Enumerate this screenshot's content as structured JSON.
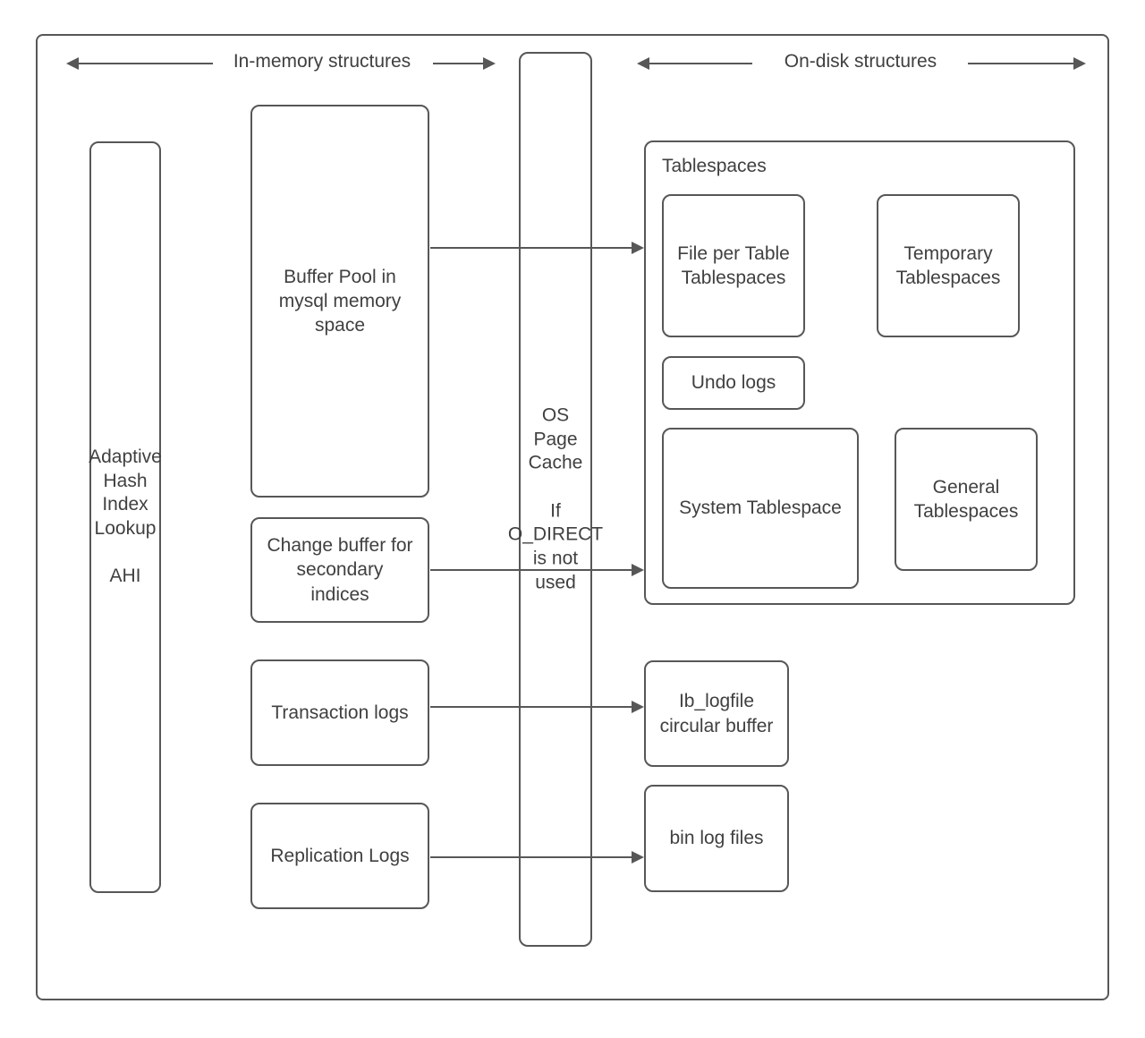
{
  "colors": {
    "border": "#575757",
    "text": "#404040",
    "background": "#ffffff"
  },
  "headers": {
    "in_memory": "In-memory structures",
    "on_disk": "On-disk structures"
  },
  "nodes": {
    "ahi": {
      "label": "Adaptive\nHash\nIndex\nLookup\n\nAHI"
    },
    "buffer_pool": {
      "label": "Buffer Pool in\nmysql memory\nspace"
    },
    "change_buffer": {
      "label": "Change buffer for\nsecondary\nindices"
    },
    "transaction_logs": {
      "label": "Transaction logs"
    },
    "replication_logs": {
      "label": "Replication Logs"
    },
    "os_page_cache": {
      "label": "OS\nPage\nCache\n\nIf\nO_DIRECT\nis not\nused"
    },
    "tablespaces_group": {
      "label": "Tablespaces"
    },
    "file_per_table": {
      "label": "File per Table\nTablespaces"
    },
    "temporary_tablespaces": {
      "label": "Temporary\nTablespaces"
    },
    "undo_logs": {
      "label": "Undo logs"
    },
    "system_tablespace": {
      "label": "System Tablespace"
    },
    "general_tablespaces": {
      "label": "General\nTablespaces"
    },
    "ib_logfile": {
      "label": "Ib_logfile\ncircular buffer"
    },
    "bin_log_files": {
      "label": "bin log files"
    }
  },
  "edges": [
    {
      "from": "buffer_pool",
      "to": "tablespaces_group"
    },
    {
      "from": "change_buffer",
      "to": "tablespaces_group"
    },
    {
      "from": "transaction_logs",
      "to": "ib_logfile"
    },
    {
      "from": "replication_logs",
      "to": "bin_log_files"
    }
  ]
}
